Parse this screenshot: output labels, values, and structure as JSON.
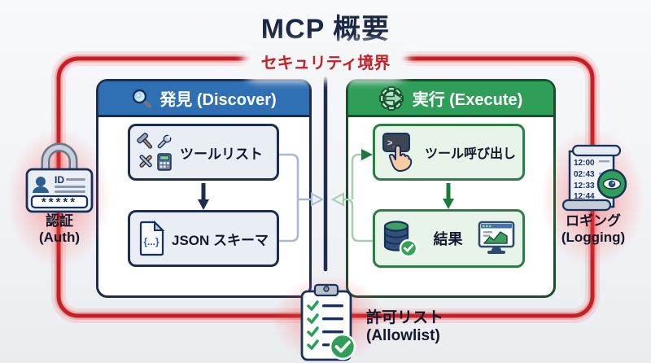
{
  "title": "MCP 概要",
  "security_boundary": {
    "label": "セキュリティ境界",
    "color": "#c32127"
  },
  "discover": {
    "header": "発見 (Discover)",
    "header_color": "#2f6fb4",
    "items": [
      {
        "label": "ツールリスト"
      },
      {
        "label": "JSON スキーマ",
        "doc_icon_text": "{...}"
      }
    ]
  },
  "execute": {
    "header": "実行 (Execute)",
    "header_color": "#2f9e59",
    "items": [
      {
        "label": "ツール呼び出し",
        "terminal_prompt": ">_"
      },
      {
        "label": "結果"
      }
    ]
  },
  "auth": {
    "label_ja": "認証",
    "label_en": "(Auth)",
    "id_text": "ID",
    "password_mask": "*****"
  },
  "logging": {
    "label_ja": "ロギング",
    "label_en": "(Logging)",
    "timestamps": [
      "12:00",
      "02:43",
      "12:33",
      "12:44"
    ]
  },
  "allowlist": {
    "label_ja": "許可リスト",
    "label_en": "(Allowlist)"
  },
  "colors": {
    "boundary_red": "#c32127",
    "discover_blue": "#2f6fb4",
    "execute_green": "#2f9e59",
    "navy": "#1e2c4f",
    "connector_blue": "#a9bacf",
    "connector_green": "#a9cab3"
  }
}
